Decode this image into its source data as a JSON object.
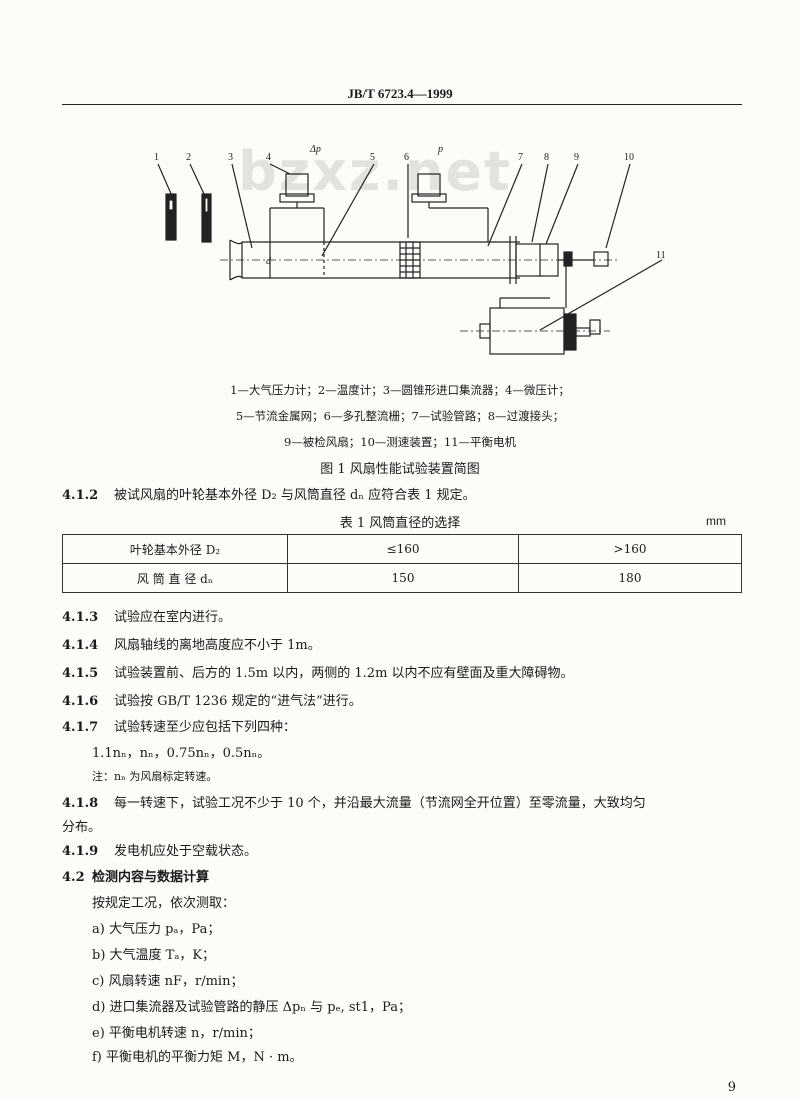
{
  "header": {
    "title": "JB/T 6723.4—1999"
  },
  "watermark": "bzxz.net",
  "figure": {
    "labels": [
      "1",
      "2",
      "3",
      "4",
      "5",
      "6",
      "7",
      "8",
      "9",
      "10",
      "11"
    ],
    "dp_label": "Δp",
    "p_label": "p",
    "d_label": "d",
    "caption_lines": [
      "1—大气压力计；2—温度计；3—圆锥形进口集流器；4—微压计；",
      "5—节流金属网；6—多孔整流栅；7—试验管路；8—过渡接头；",
      "9—被检风扇；10—测速装置；11—平衡电机"
    ],
    "title": "图 1  风扇性能试验装置简图"
  },
  "paragraphs": [
    {
      "num": "4.1.2",
      "text": "被试风扇的叶轮基本外径 D₂ 与风筒直径 dₙ 应符合表 1 规定。"
    }
  ],
  "table": {
    "title": "表 1  风筒直径的选择",
    "unit": "mm",
    "rows": [
      [
        "叶轮基本外径  D₂",
        "≤160",
        ">160"
      ],
      [
        "风  筒  直  径  dₙ",
        "150",
        "180"
      ]
    ]
  },
  "clauses": [
    {
      "num": "4.1.3",
      "text": "试验应在室内进行。"
    },
    {
      "num": "4.1.4",
      "text": "风扇轴线的离地高度应不小于 1m。"
    },
    {
      "num": "4.1.5",
      "text": "试验装置前、后方的 1.5m 以内，两侧的 1.2m 以内不应有壁面及重大障碍物。"
    },
    {
      "num": "4.1.6",
      "text": "试验按 GB/T 1236 规定的“进气法”进行。"
    },
    {
      "num": "4.1.7",
      "text": "试验转速至少应包括下列四种："
    }
  ],
  "speeds": "1.1nₙ，nₙ，0.75nₙ，0.5nₙ。",
  "speed_note": "注：nₙ 为风扇标定转速。",
  "clause_418": {
    "num": "4.1.8",
    "text": "每一转速下，试验工况不少于  10  个，并沿最大流量（节流网全开位置）至零流量，大致均匀",
    "cont": "分布。"
  },
  "clause_419": {
    "num": "4.1.9",
    "text": "发电机应处于空载状态。"
  },
  "clause_42": {
    "num": "4.2",
    "text": "检测内容与数据计算"
  },
  "measure_intro": "按规定工况，依次测取：",
  "measures": [
    "a)  大气压力 pₐ，Pa；",
    "b)  大气温度 Tₐ，K；",
    "c)  风扇转速 nF，r/min；",
    "d)  进口集流器及试验管路的静压 Δpₙ 与 pₑ, st1，Pa；",
    "e)  平衡电机转速 n，r/min；",
    "f)  平衡电机的平衡力矩 M，N · m。"
  ],
  "page_number": "9"
}
